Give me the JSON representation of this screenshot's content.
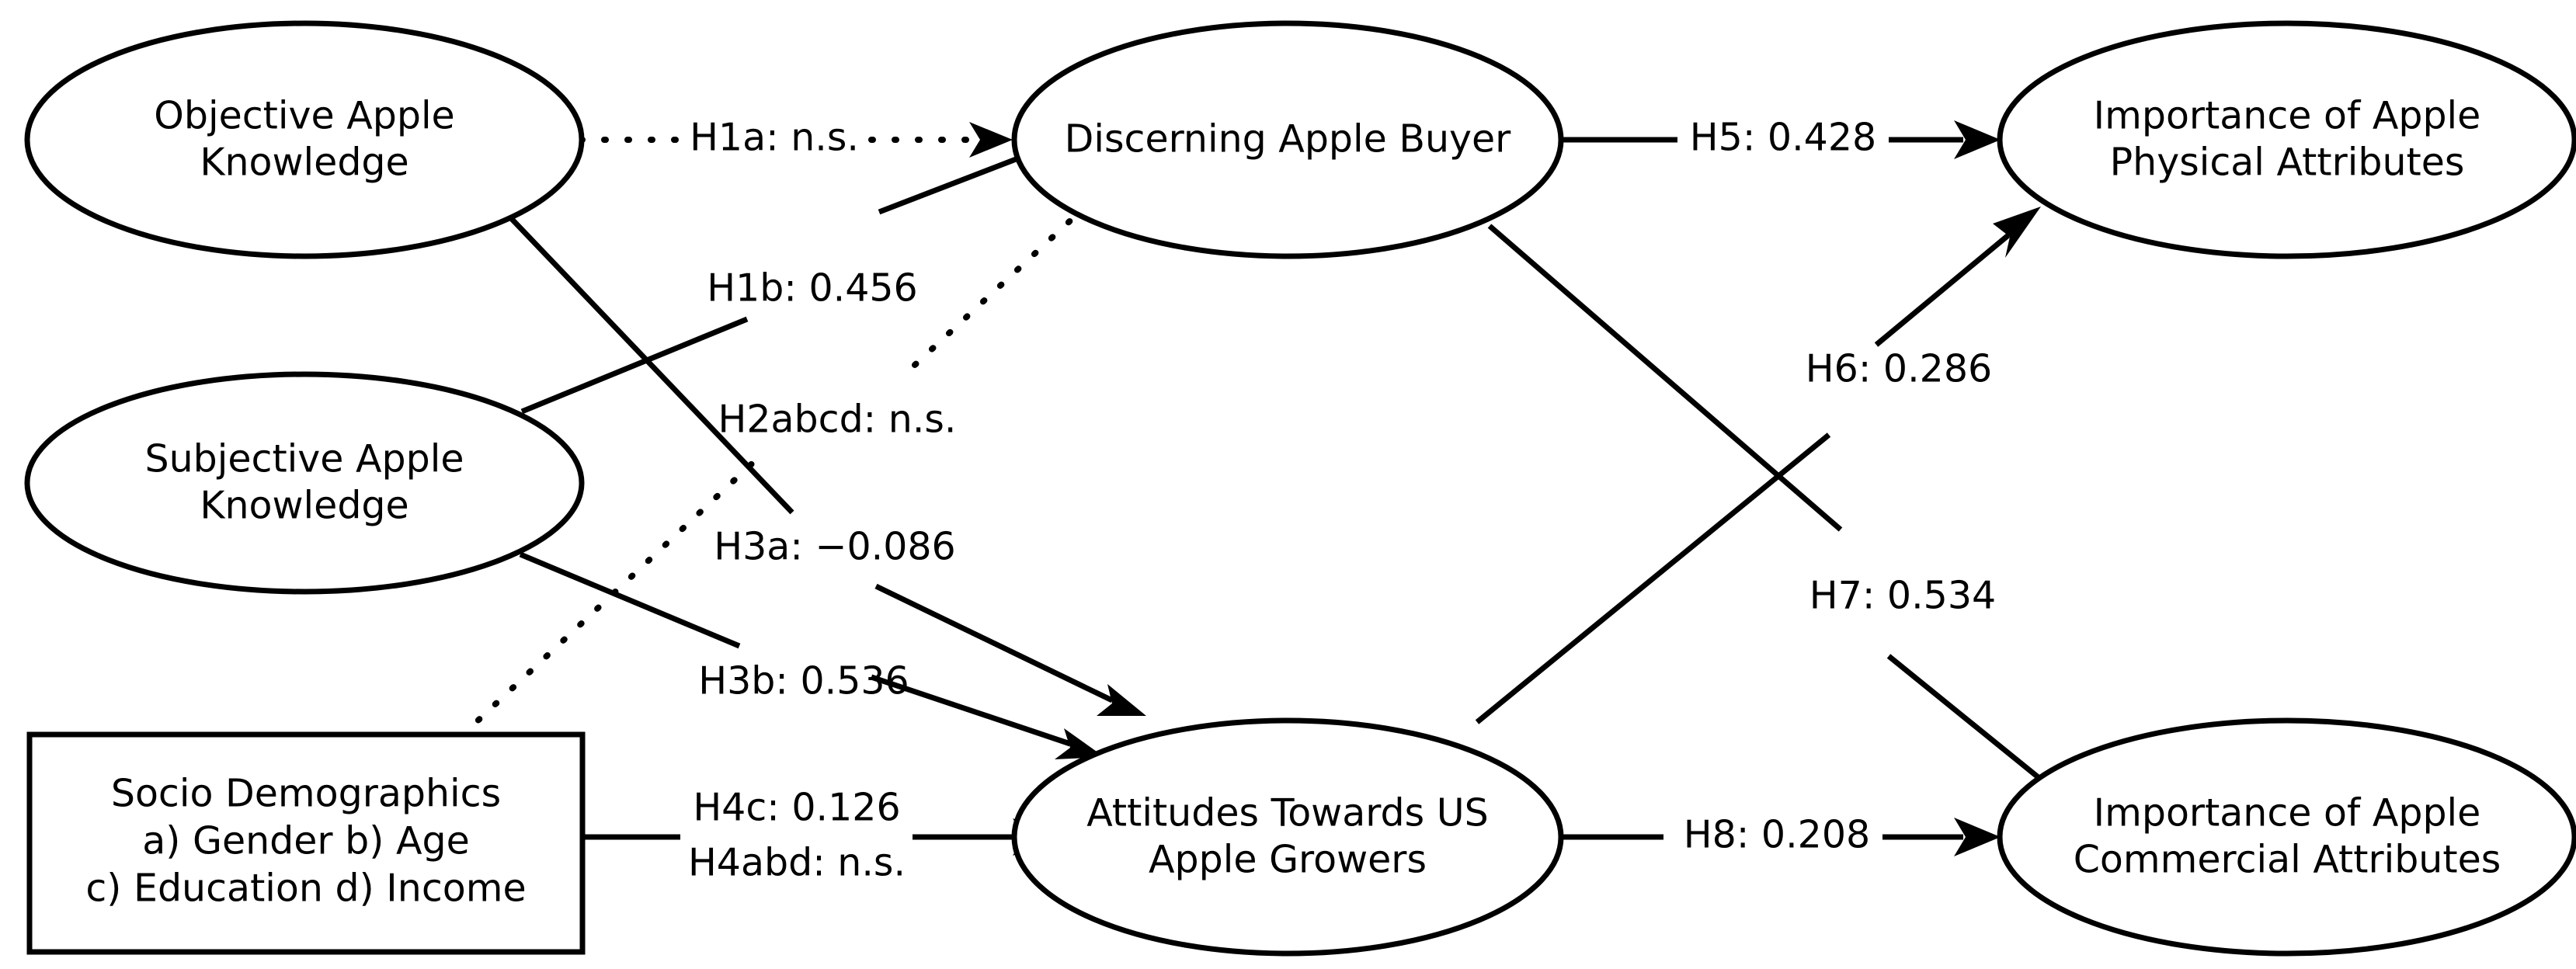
{
  "diagram": {
    "type": "structural-equation-model-path-diagram",
    "background_color": "#ffffff",
    "line_color": "#000000",
    "nodes": [
      {
        "id": "objective-apple-knowledge",
        "shape": "ellipse",
        "lines": [
          "Objective Apple",
          "Knowledge"
        ]
      },
      {
        "id": "subjective-apple-knowledge",
        "shape": "ellipse",
        "lines": [
          "Subjective Apple",
          "Knowledge"
        ]
      },
      {
        "id": "socio-demographics",
        "shape": "rectangle",
        "lines": [
          "Socio Demographics",
          "a) Gender b) Age",
          "c) Education d) Income"
        ]
      },
      {
        "id": "discerning-apple-buyer",
        "shape": "ellipse",
        "lines": [
          "Discerning Apple Buyer"
        ]
      },
      {
        "id": "attitudes-towards-us-apple-growers",
        "shape": "ellipse",
        "lines": [
          "Attitudes Towards US",
          "Apple Growers"
        ]
      },
      {
        "id": "importance-of-apple-physical-attributes",
        "shape": "ellipse",
        "lines": [
          "Importance of Apple",
          "Physical Attributes"
        ]
      },
      {
        "id": "importance-of-apple-commercial-attributes",
        "shape": "ellipse",
        "lines": [
          "Importance of Apple",
          "Commercial Attributes"
        ]
      }
    ],
    "edges": [
      {
        "id": "h1a",
        "label": "H1a: n.s.",
        "from": "objective-apple-knowledge",
        "to": "discerning-apple-buyer",
        "style": "dotted",
        "significant": false,
        "coefficient": null
      },
      {
        "id": "h1b",
        "label": "H1b: 0.456",
        "from": "subjective-apple-knowledge",
        "to": "discerning-apple-buyer",
        "style": "solid",
        "significant": true,
        "coefficient": 0.456
      },
      {
        "id": "h2abcd",
        "label": "H2abcd: n.s.",
        "from": "socio-demographics",
        "to": "discerning-apple-buyer",
        "style": "dotted",
        "significant": false,
        "coefficient": null
      },
      {
        "id": "h3a",
        "label": "H3a: −0.086",
        "from": "objective-apple-knowledge",
        "to": "attitudes-towards-us-apple-growers",
        "style": "solid",
        "significant": true,
        "coefficient": -0.086
      },
      {
        "id": "h3b",
        "label": "H3b: 0.536",
        "from": "subjective-apple-knowledge",
        "to": "attitudes-towards-us-apple-growers",
        "style": "solid",
        "significant": true,
        "coefficient": 0.536
      },
      {
        "id": "h4c",
        "label": "H4c: 0.126",
        "from": "socio-demographics",
        "to": "attitudes-towards-us-apple-growers",
        "style": "solid",
        "significant": true,
        "coefficient": 0.126
      },
      {
        "id": "h4abd",
        "label": "H4abd: n.s.",
        "from": "socio-demographics",
        "to": "attitudes-towards-us-apple-growers",
        "style": "solid",
        "significant": false,
        "coefficient": null
      },
      {
        "id": "h5",
        "label": "H5: 0.428",
        "from": "discerning-apple-buyer",
        "to": "importance-of-apple-physical-attributes",
        "style": "solid",
        "significant": true,
        "coefficient": 0.428
      },
      {
        "id": "h6",
        "label": "H6: 0.286",
        "from": "attitudes-towards-us-apple-growers",
        "to": "importance-of-apple-physical-attributes",
        "style": "solid",
        "significant": true,
        "coefficient": 0.286
      },
      {
        "id": "h7",
        "label": "H7: 0.534",
        "from": "discerning-apple-buyer",
        "to": "importance-of-apple-commercial-attributes",
        "style": "solid",
        "significant": true,
        "coefficient": 0.534
      },
      {
        "id": "h8",
        "label": "H8: 0.208",
        "from": "attitudes-towards-us-apple-growers",
        "to": "importance-of-apple-commercial-attributes",
        "style": "solid",
        "significant": true,
        "coefficient": 0.208
      }
    ]
  }
}
